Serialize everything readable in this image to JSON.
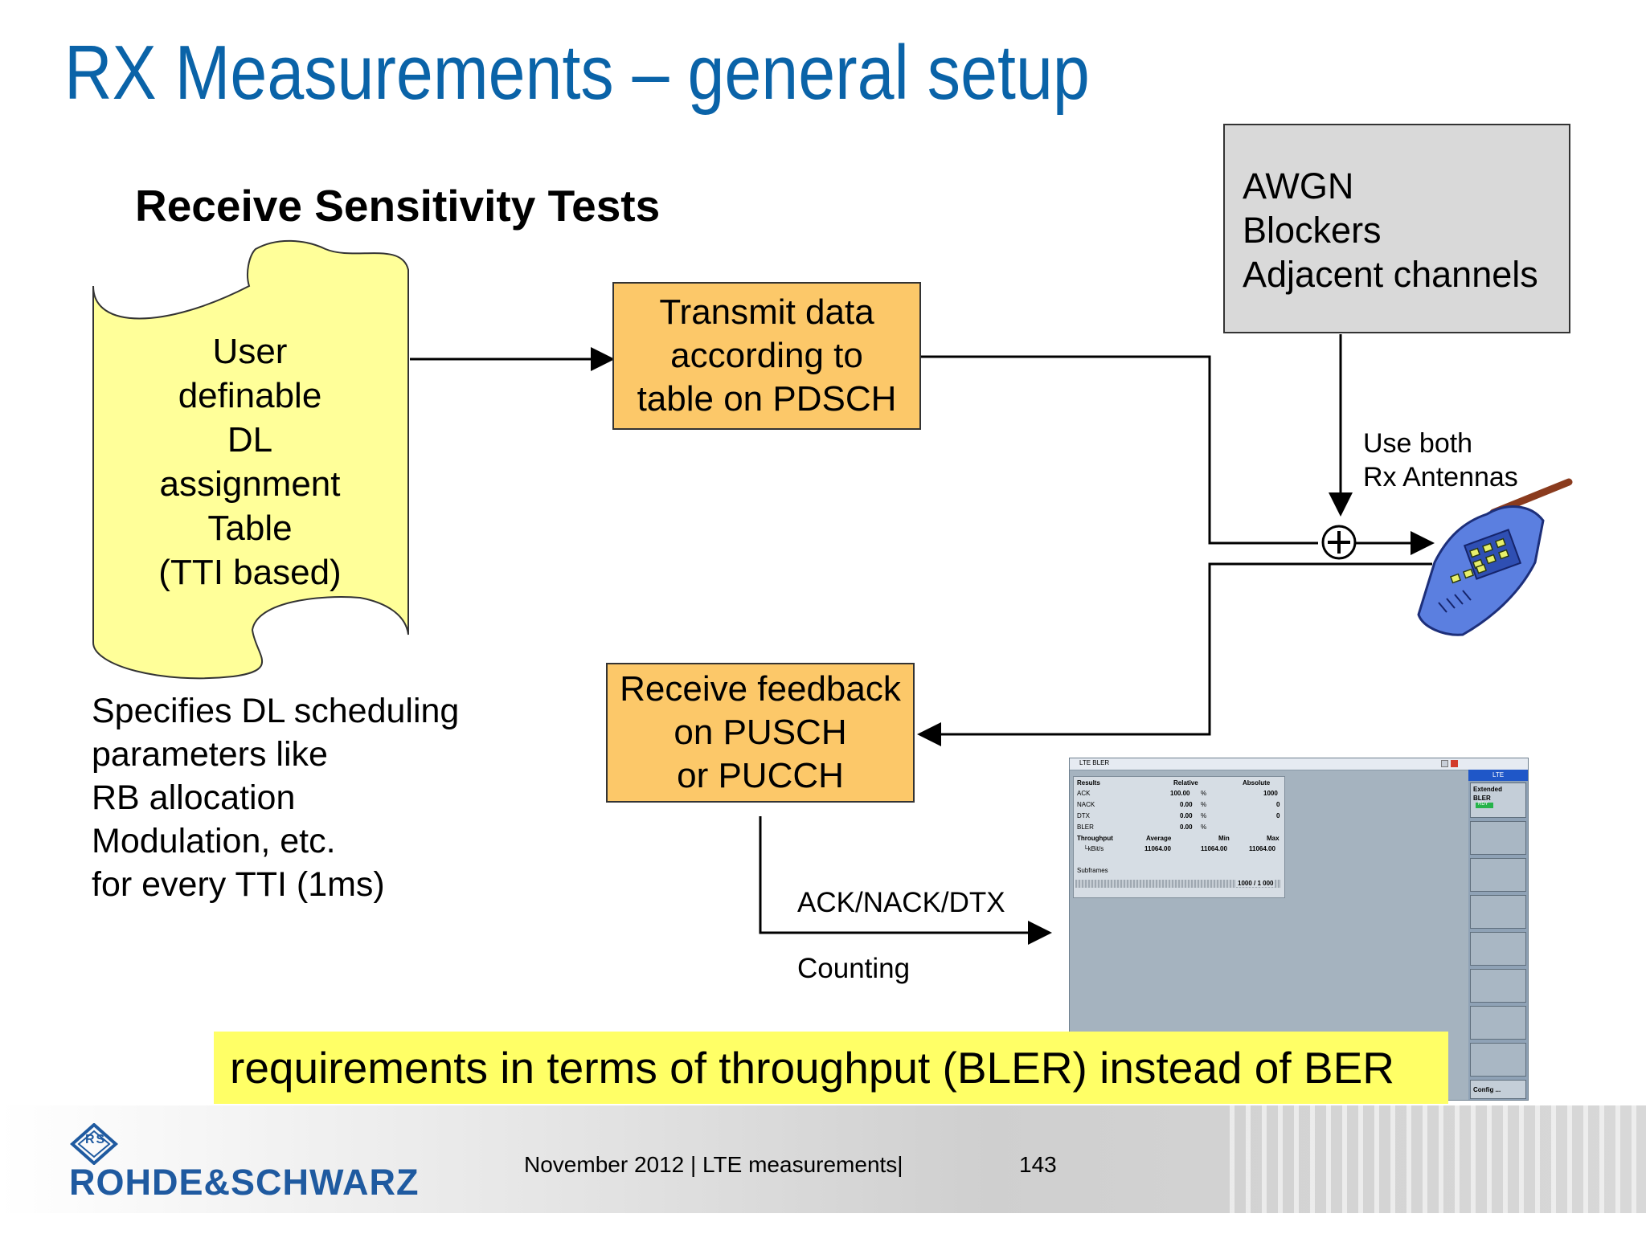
{
  "slide": {
    "title": "RX Measurements – general setup",
    "subtitle": "Receive Sensitivity Tests"
  },
  "document_shape": {
    "lines": [
      "User",
      "definable",
      "DL",
      "assignment",
      "Table",
      "(TTI based)"
    ]
  },
  "left_description": {
    "lines": [
      "Specifies DL scheduling",
      "parameters like",
      "RB allocation",
      "Modulation, etc.",
      "for every TTI (1ms)"
    ]
  },
  "transmit_box": {
    "lines": [
      "Transmit data",
      "according to",
      "table on PDSCH"
    ]
  },
  "receive_box": {
    "lines": [
      "Receive feedback",
      "on PUSCH",
      "or PUCCH"
    ]
  },
  "interference_box": {
    "lines": [
      "AWGN",
      "Blockers",
      "Adjacent channels"
    ]
  },
  "antenna_note": {
    "lines": [
      "Use both",
      "Rx Antennas"
    ]
  },
  "feedback_labels": {
    "ack": "ACK/NACK/DTX",
    "counting": "Counting"
  },
  "banner": {
    "text": "requirements in terms of throughput (BLER) instead of BER"
  },
  "footer": {
    "date_topic": "November 2012 |  LTE measurements|",
    "page": "143",
    "brand": "ROHDE&SCHWARZ",
    "logo_letters": "RS"
  },
  "screenshot": {
    "window_title": "LTE BLER",
    "header": [
      "Results",
      "Relative",
      "Absolute"
    ],
    "rows": [
      {
        "label": "ACK",
        "relative": "100.00",
        "unit": "%",
        "absolute": "1000"
      },
      {
        "label": "NACK",
        "relative": "0.00",
        "unit": "%",
        "absolute": "0"
      },
      {
        "label": "DTX",
        "relative": "0.00",
        "unit": "%",
        "absolute": "0"
      },
      {
        "label": "BLER",
        "relative": "0.00",
        "unit": "%",
        "absolute": ""
      }
    ],
    "throughput_header": [
      "Throughput",
      "Average",
      "Min",
      "Max"
    ],
    "throughput_row": {
      "label": "└kBit/s",
      "average": "11064.00",
      "min": "11064.00",
      "max": "11064.00"
    },
    "subframes_label": "Subframes",
    "subframes_value": "1000 / 1 000",
    "side_tab": "LTE",
    "side_extended": "Extended",
    "side_bler": "BLER",
    "side_rdy": "RDY",
    "side_config": "Config ..."
  },
  "colors": {
    "title_blue": "#0a63a8",
    "document_yellow": "#ffff99",
    "box_orange": "#fcc869",
    "awgn_gray": "#d9d9d9",
    "banner_yellow": "#ffff66",
    "brand_blue": "#1f5aa0"
  }
}
